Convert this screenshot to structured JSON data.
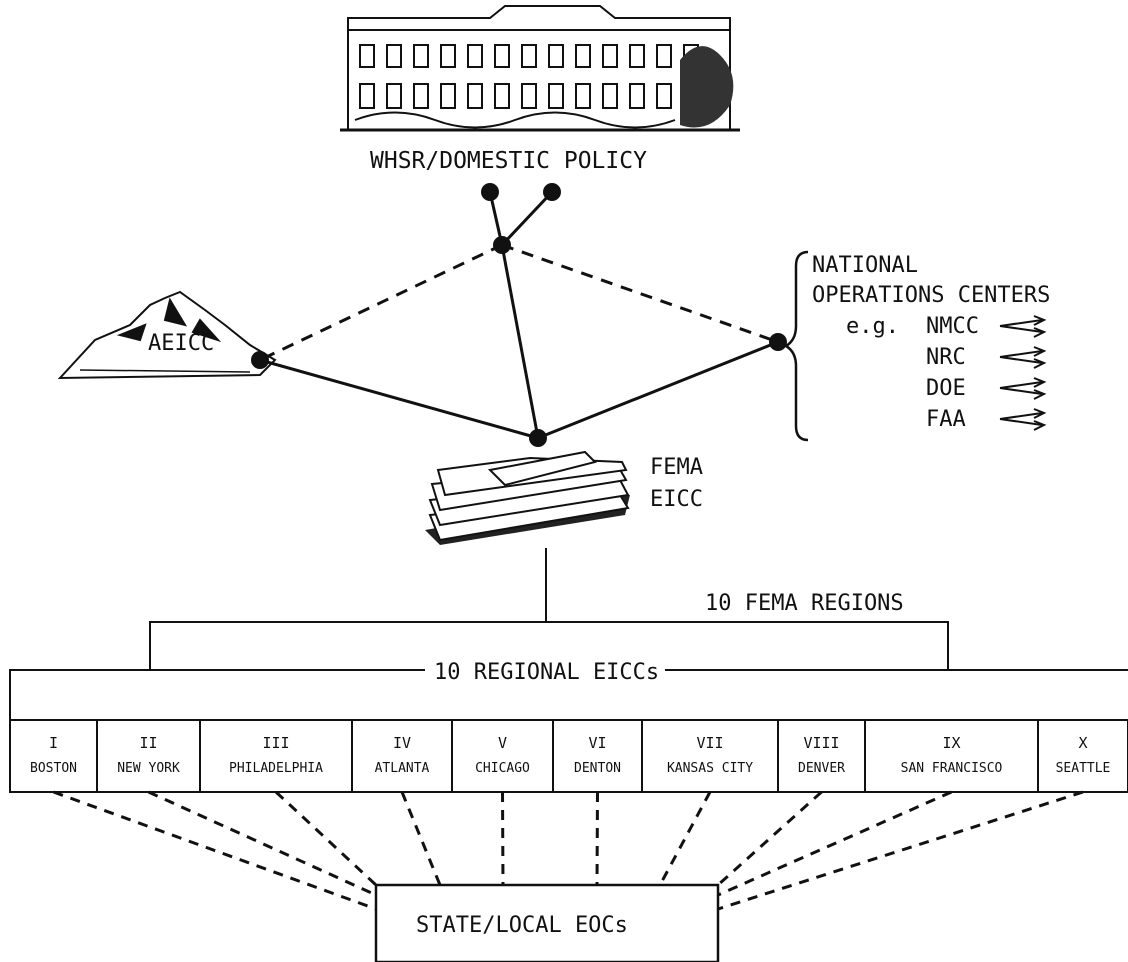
{
  "top_label": "WHSR/DOMESTIC POLICY",
  "aeicc_label": "AEICC",
  "national_ops": {
    "line1": "NATIONAL",
    "line2": "OPERATIONS CENTERS",
    "eg": "e.g.",
    "centers": [
      "NMCC",
      "NRC",
      "DOE",
      "FAA"
    ]
  },
  "fema": {
    "line1": "FEMA",
    "line2": "EICC"
  },
  "fema_regions_label": "10 FEMA REGIONS",
  "regional_eiccs_label": "10 REGIONAL EICCs",
  "regions": [
    {
      "num": "I",
      "city": "BOSTON"
    },
    {
      "num": "II",
      "city": "NEW YORK"
    },
    {
      "num": "III",
      "city": "PHILADELPHIA"
    },
    {
      "num": "IV",
      "city": "ATLANTA"
    },
    {
      "num": "V",
      "city": "CHICAGO"
    },
    {
      "num": "VI",
      "city": "DENTON"
    },
    {
      "num": "VII",
      "city": "KANSAS CITY"
    },
    {
      "num": "VIII",
      "city": "DENVER"
    },
    {
      "num": "IX",
      "city": "SAN FRANCISCO"
    },
    {
      "num": "X",
      "city": "SEATTLE"
    }
  ],
  "state_local_label": "STATE/LOCAL EOCs"
}
